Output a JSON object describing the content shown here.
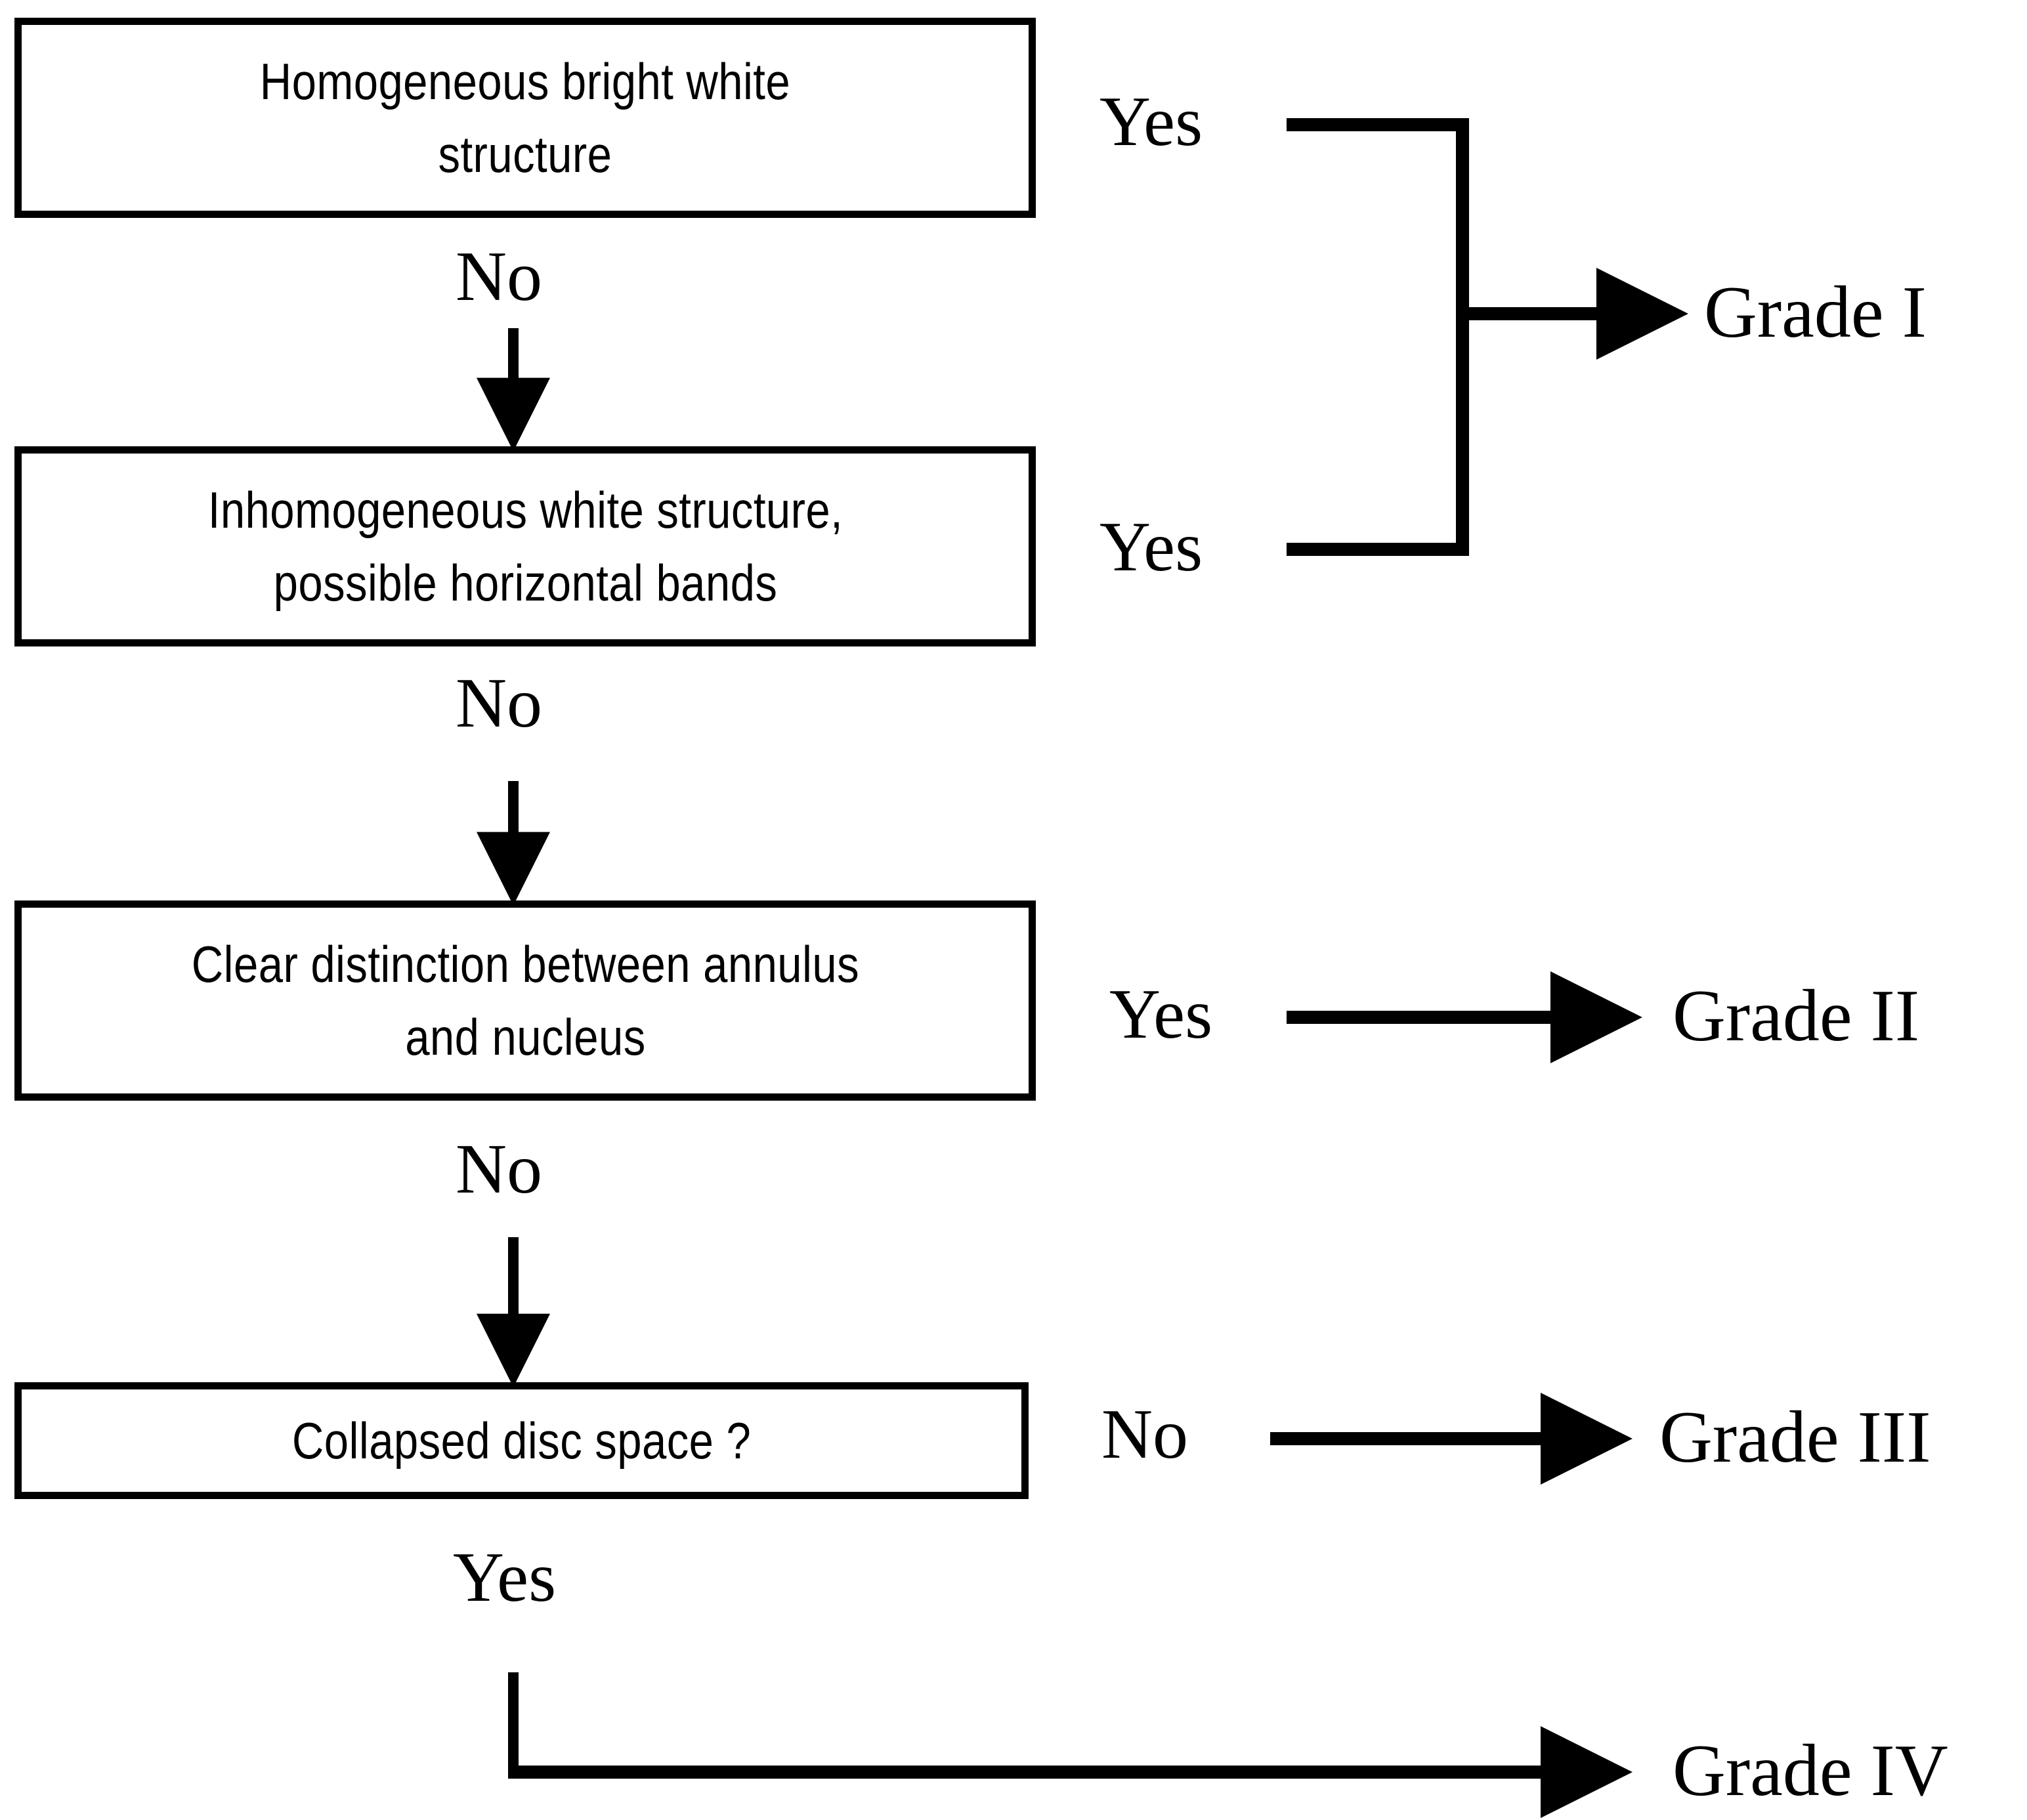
{
  "diagram": {
    "title": "Disc degeneration grading decision tree",
    "line_color": "#000000",
    "background_color": "#ffffff",
    "boxes": [
      {
        "id": "box-1",
        "text": "Homogeneous  bright white\nstructure"
      },
      {
        "id": "box-2",
        "text": "Inhomogeneous  white structure,\npossible horizontal bands"
      },
      {
        "id": "box-3",
        "text": "Clear distinction  between  annulus\nand nucleus"
      },
      {
        "id": "box-4",
        "text": "Collapsed  disc space ?"
      }
    ],
    "edge_labels": {
      "no_1": "No",
      "no_2": "No",
      "no_3": "No",
      "yes_1": "Yes",
      "yes_2": "Yes",
      "yes_3": "Yes",
      "no_4": "No",
      "yes_4": "Yes"
    },
    "outcomes": [
      {
        "id": "grade-1",
        "label": "Grade I"
      },
      {
        "id": "grade-2",
        "label": "Grade II"
      },
      {
        "id": "grade-3",
        "label": "Grade III"
      },
      {
        "id": "grade-4",
        "label": "Grade IV"
      }
    ]
  }
}
